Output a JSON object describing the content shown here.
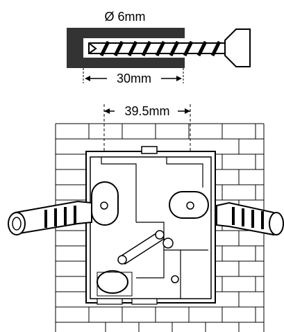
{
  "labels": {
    "diameter": "Ø 6mm",
    "depth": "30mm",
    "hole_spacing": "39.5mm"
  },
  "colors": {
    "ink": "#000000",
    "paper": "#ffffff",
    "wall": "#333333"
  }
}
